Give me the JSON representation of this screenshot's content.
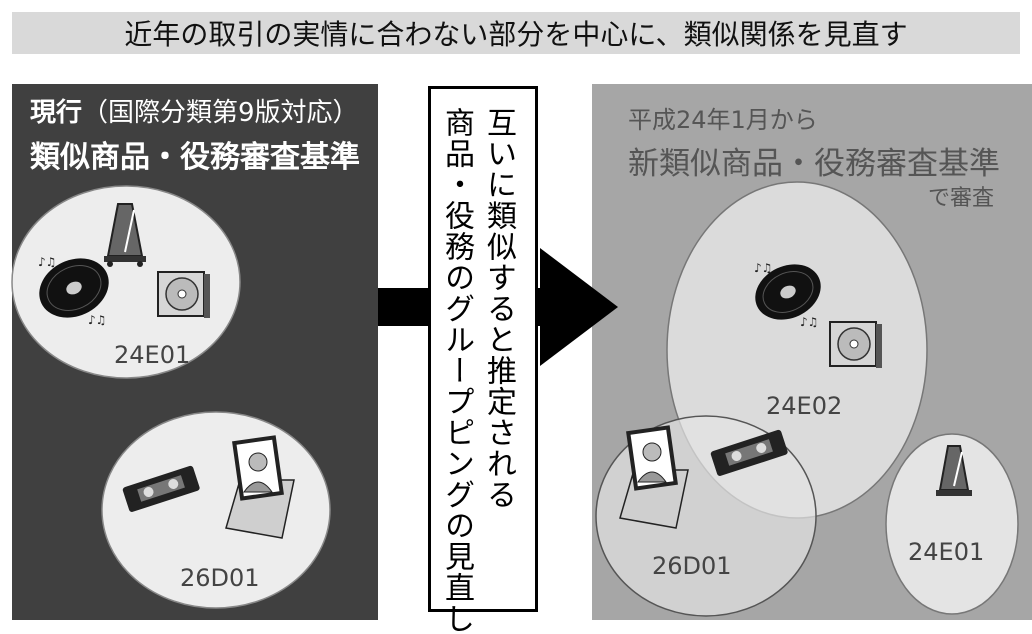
{
  "banner": {
    "text": "近年の取引の実情に合わない部分を中心に、類似関係を見直す"
  },
  "left_panel": {
    "title_main": "現行",
    "title_paren": "（国際分類第9版対応）",
    "title_line2": "類似商品・役務審査基準",
    "groups": [
      {
        "code": "24E01",
        "items": [
          "metronome-icon",
          "vinyl-record-icon",
          "cd-case-icon"
        ]
      },
      {
        "code": "26D01",
        "items": [
          "videotape-icon",
          "portrait-frame-icon"
        ]
      }
    ]
  },
  "center_box": {
    "line1": "互いに類似すると推定される",
    "line2": "商品・役務のグループピングの見直し"
  },
  "right_panel": {
    "title_line1": "平成24年1月から",
    "title_line2": "新類似商品・役務審査基準",
    "title_line3": "で審査",
    "groups": [
      {
        "code": "24E02",
        "items": [
          "vinyl-record-icon",
          "cd-case-icon",
          "videotape-icon"
        ]
      },
      {
        "code": "26D01",
        "items": [
          "portrait-frame-icon",
          "videotape-icon"
        ]
      },
      {
        "code": "24E01",
        "items": [
          "metronome-icon"
        ]
      }
    ]
  },
  "colors": {
    "left_panel_bg": "#404040",
    "right_panel_bg": "#a6a6a6",
    "banner_bg": "#d9d9d9",
    "arrow": "#000000"
  }
}
